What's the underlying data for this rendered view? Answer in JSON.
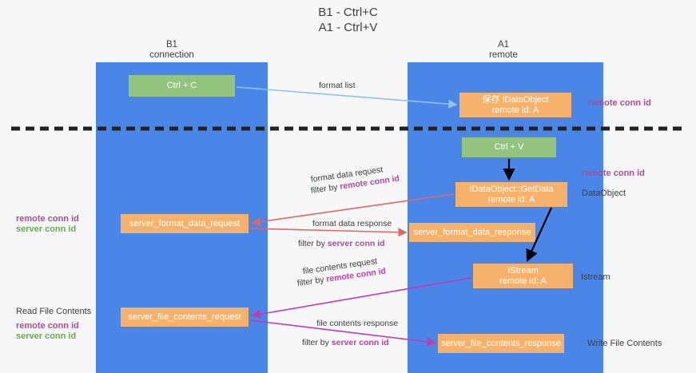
{
  "title": "B1 - Ctrl+C\nA1 - Ctrl+V",
  "columns": [
    {
      "name": "left",
      "title": "B1\nconnection"
    },
    {
      "name": "right",
      "title": "A1\nremote"
    }
  ],
  "colors": {
    "lane": "#4a86e8",
    "green_node": "#93c47d",
    "orange_node": "#f6b26b",
    "purple_text": "#a64d9a",
    "green_text": "#6aa84f",
    "blue_arrow": "#8fc3e8",
    "black_arrow": "#000000",
    "red_arrow": "#e06666",
    "magenta_arrow": "#c23ab0",
    "divider": "#222222",
    "background": "#f7f7f7"
  },
  "nodes": {
    "ctrl_c": "Ctrl + C",
    "ctrl_v": "Ctrl + V",
    "save_idataobject_line1": "保存 IDataObject",
    "save_idataobject_line2": "remote id: A",
    "getdata_line1": "IDataObject::GetData",
    "getdata_line2": "remote id: A",
    "istream_line1": "IStream",
    "istream_line2": "remote id: A",
    "server_format_data_request": "server_format_data_request",
    "server_format_data_response": "server_format_data_response",
    "server_file_contents_request": "server_file_contents_request",
    "server_file_contents_response": "server_file_contents_response"
  },
  "arrow_labels": {
    "format_list": "format list",
    "format_data_request": "format data request",
    "format_data_request_filter_prefix": "filter by ",
    "format_data_request_filter_value": "remote conn id",
    "format_data_response": "format data response",
    "format_data_response_filter_prefix": "filter by ",
    "format_data_response_filter_value": "server conn id",
    "file_contents_request": "file contents request",
    "file_contents_request_filter_prefix": "filter by ",
    "file_contents_request_filter_value": "remote conn id",
    "file_contents_response": "file contents response",
    "file_contents_response_filter_prefix": "filter by ",
    "file_contents_response_filter_value": "server conn id"
  },
  "side_labels": {
    "right_remote_conn_id_top": "remote conn id",
    "right_remote_conn_id_mid": "remote conn id",
    "right_dataobject": "DataObject",
    "right_istream": "Istream",
    "right_write_file_contents": "Write File Contents",
    "left_remote_conn_id": "remote conn id",
    "left_server_conn_id": "server conn id",
    "left_read_file_contents": "Read File Contents",
    "left_bottom_remote_conn_id": "remote conn id",
    "left_bottom_server_conn_id": "server conn id"
  }
}
